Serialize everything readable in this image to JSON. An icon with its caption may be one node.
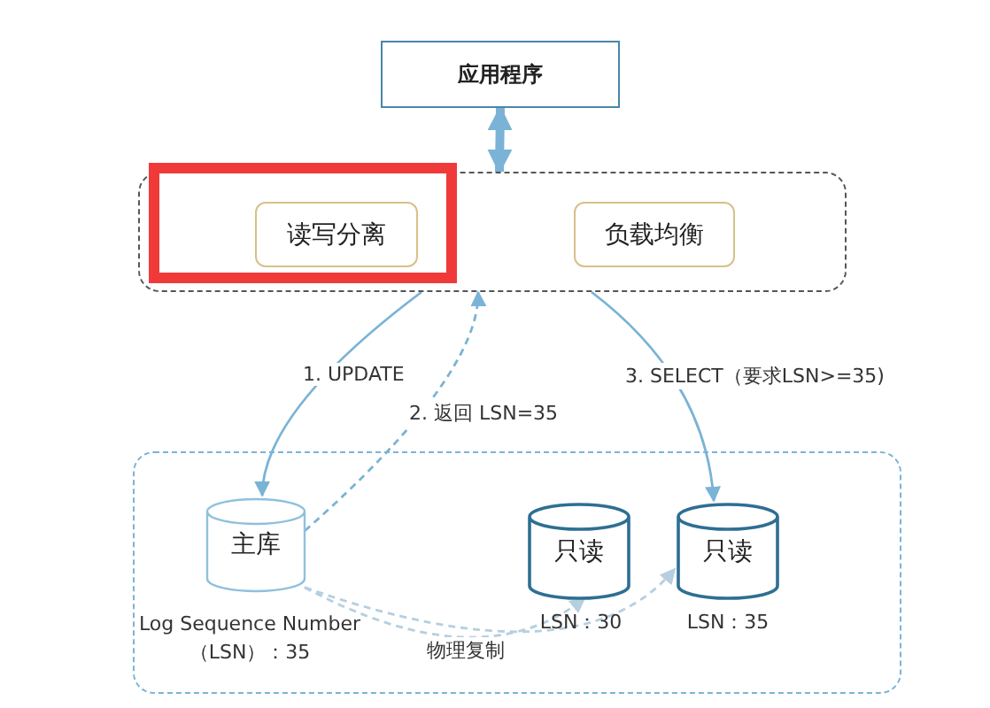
{
  "diagram": {
    "nodes": [
      {
        "text": [
          "应用程序"
        ]
      },
      {
        "text": [],
        "shape": "box"
      },
      {
        "text": [
          "读写分离"
        ],
        "in": 1
      },
      {
        "text": [
          "负载均衡"
        ],
        "in": 1
      },
      {
        "text": [],
        "shape": "box"
      },
      {
        "text": [
          "主库"
        ],
        "in": 4,
        "beside": [
          "Log Sequence Number （LSN）：35"
        ]
      },
      {
        "text": [
          "只读"
        ],
        "in": 4,
        "beside": [
          "LSN：30"
        ]
      },
      {
        "text": [
          "只读"
        ],
        "in": 4,
        "beside": [
          "LSN：35"
        ]
      }
    ],
    "edges": [
      {
        "from": 0,
        "to": 1,
        "arrow": "both",
        "style": "thick"
      },
      {
        "from": 1,
        "to": 5,
        "arrow": "to",
        "label": "1. UPDATE"
      },
      {
        "from": 5,
        "to": 1,
        "arrow": "to",
        "label": "2. 返回 LSN=35",
        "style": "dashed"
      },
      {
        "from": 1,
        "to": 7,
        "arrow": "to",
        "label": "3. SELECT（要求LSN>=35)"
      },
      {
        "from": 5,
        "to": 6,
        "arrow": "to",
        "label": "物理复制",
        "style": "dashed",
        "color": "#b5cfdf"
      },
      {
        "from": 5,
        "to": 7,
        "arrow": "to",
        "style": "dashed",
        "color": "#b5cfdf"
      }
    ]
  }
}
